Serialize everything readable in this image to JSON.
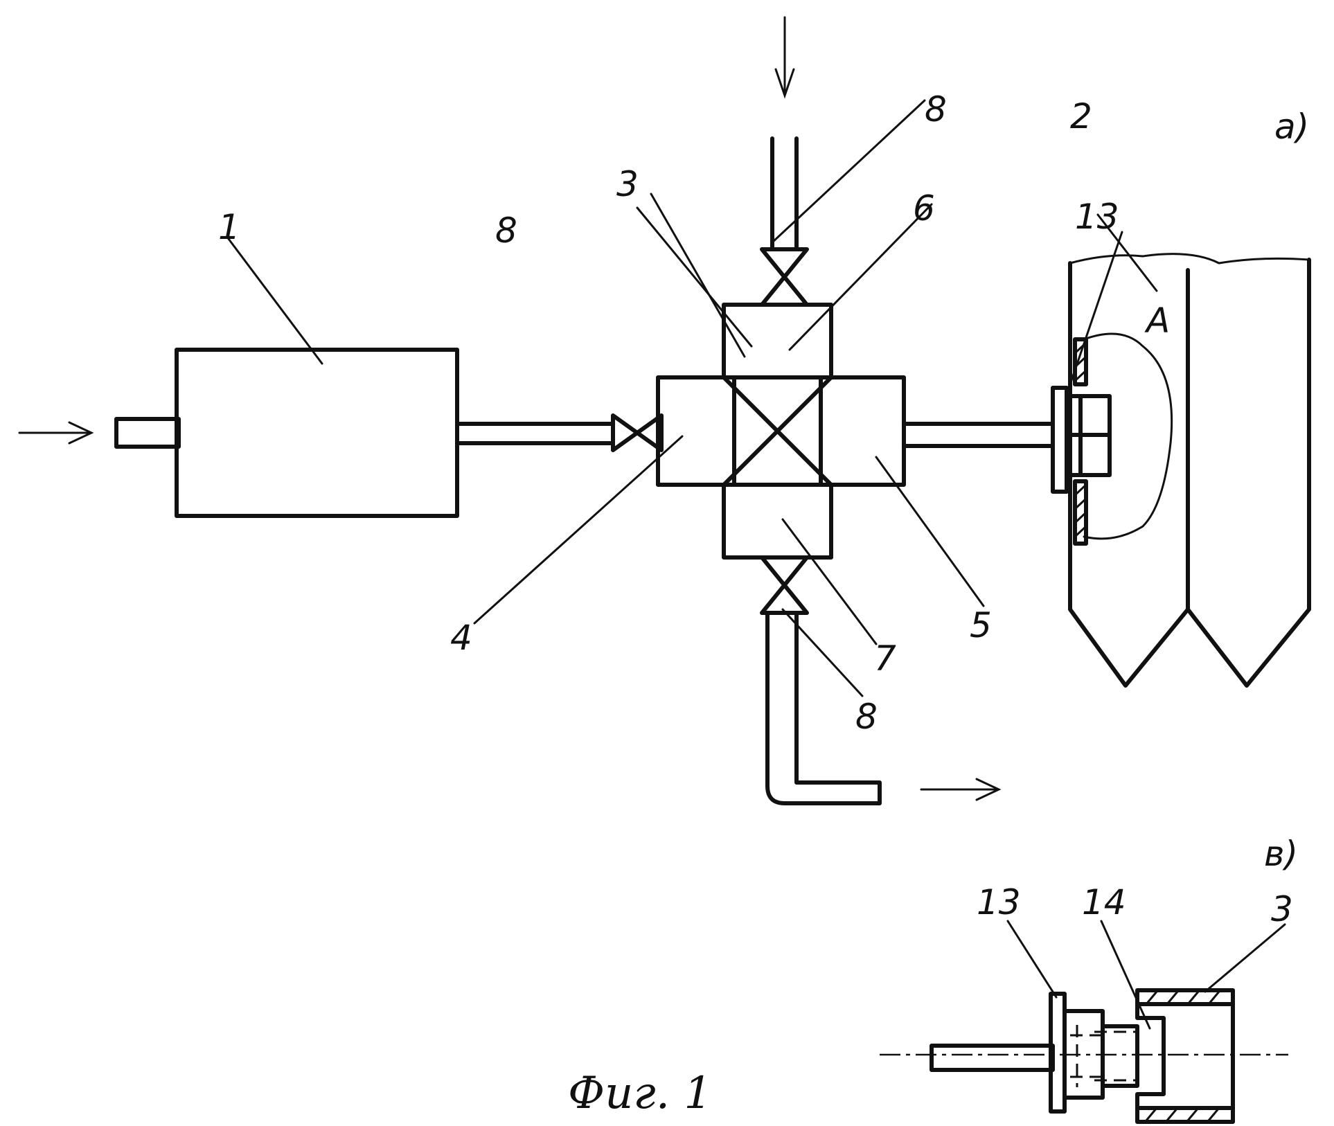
{
  "labels": {
    "n1": "1",
    "n2": "2",
    "n3": "3",
    "n4": "4",
    "n5": "5",
    "n6": "6",
    "n7": "7",
    "n8_left": "8",
    "n8_top": "8",
    "n8_bottom": "8",
    "n13": "13",
    "nA": "A",
    "view_a": "a)",
    "view_b": "в)",
    "n13_b": "13",
    "n14_b": "14",
    "n3_b": "3"
  },
  "caption": "Фиг. 1",
  "colors": {
    "ink": "#111111",
    "paper": "#ffffff"
  }
}
